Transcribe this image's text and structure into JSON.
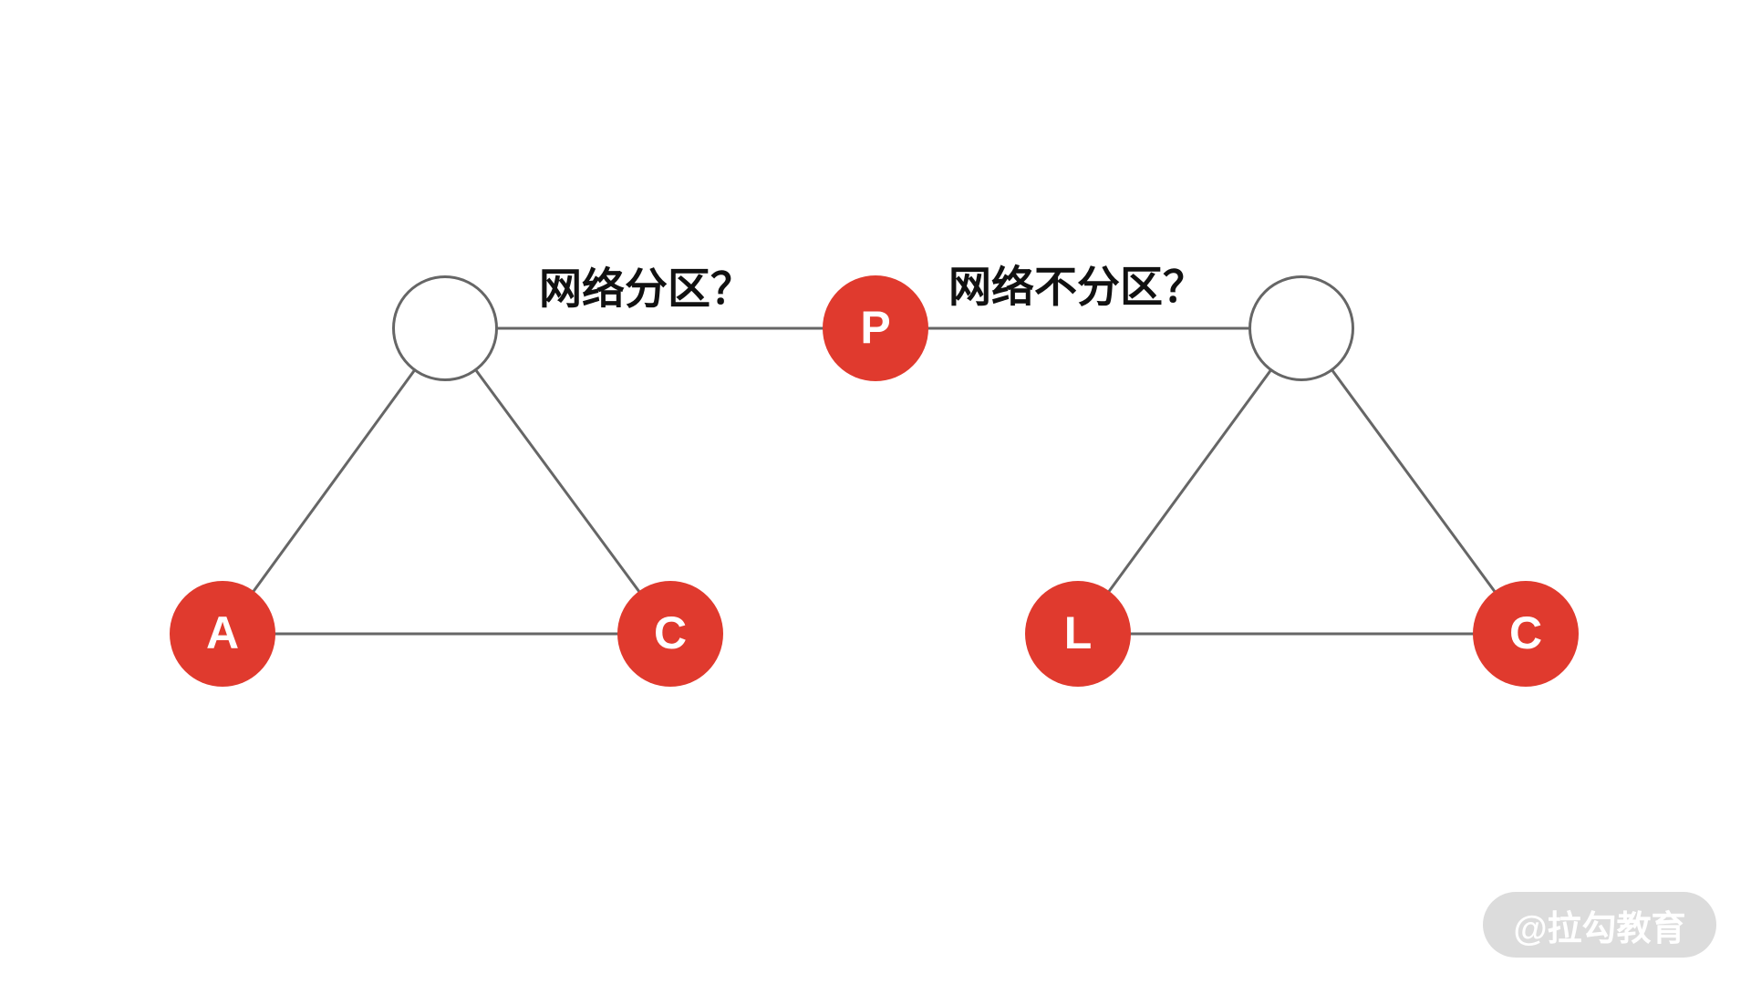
{
  "canvas": {
    "background": "#ffffff"
  },
  "graph": {
    "edge_color": "#666666",
    "red_node_fill": "#e03a2e",
    "red_node_text_color": "#ffffff",
    "hollow_node_fill": "#ffffff",
    "hollow_node_border": "#666666",
    "nodes": {
      "left_top": {
        "label": "",
        "type": "hollow"
      },
      "availability": {
        "label": "A",
        "type": "red"
      },
      "consistency_left": {
        "label": "C",
        "type": "red"
      },
      "partition": {
        "label": "P",
        "type": "red"
      },
      "right_top": {
        "label": "",
        "type": "hollow"
      },
      "latency": {
        "label": "L",
        "type": "red"
      },
      "consistency_right": {
        "label": "C",
        "type": "red"
      }
    },
    "annotations": {
      "left_question": "网络分区？",
      "right_question": "网络不分区？"
    }
  },
  "watermark": {
    "text": "@拉勾教育",
    "bg": "#dcdcdc",
    "text_color": "#ffffff"
  }
}
